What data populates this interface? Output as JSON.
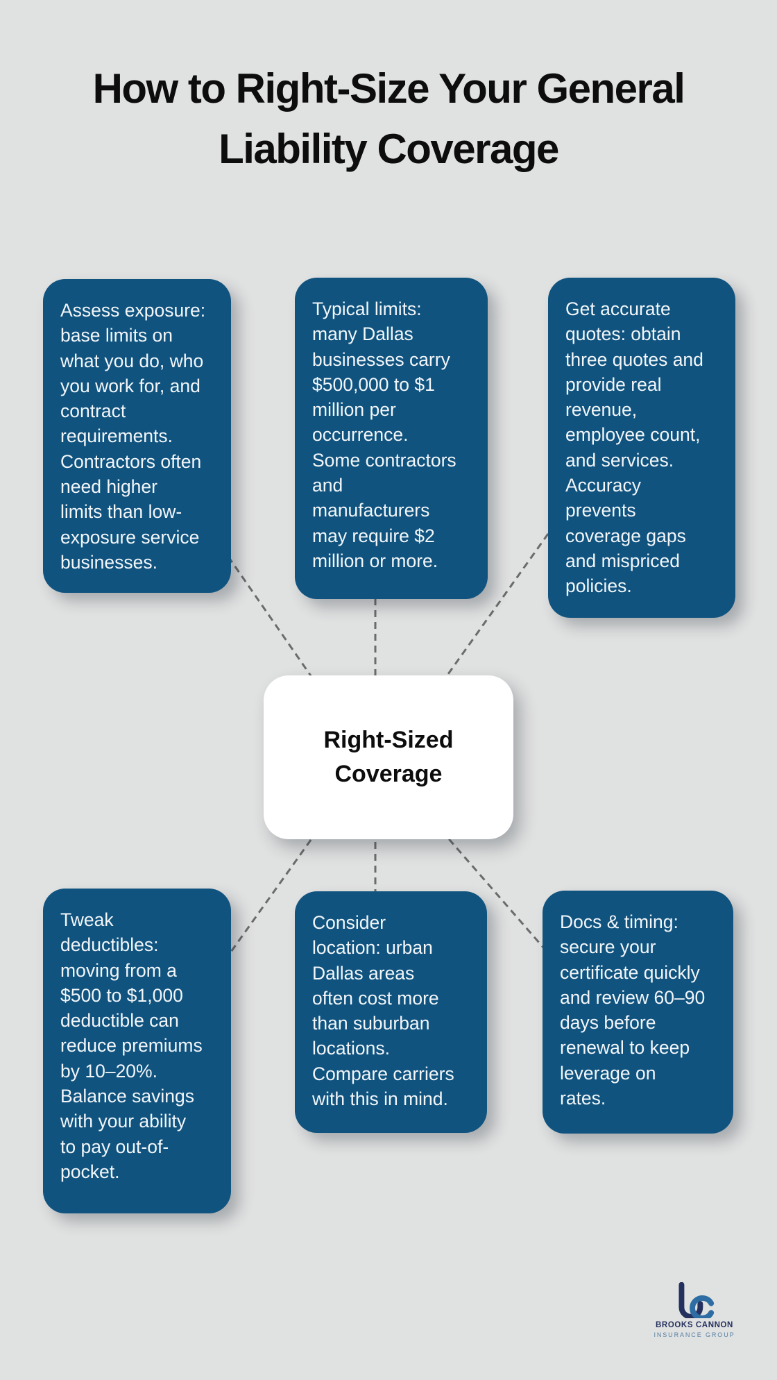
{
  "title": "How to Right-Size Your General\nLiability Coverage",
  "center": {
    "label": "Right-Sized\nCoverage"
  },
  "boxes": [
    {
      "id": "assess-exposure",
      "text": "Assess exposure:\nbase limits on\nwhat you do, who\nyou work for, and\ncontract\nrequirements.\nContractors often\nneed higher\nlimits than low-\nexposure service\nbusinesses."
    },
    {
      "id": "typical-limits",
      "text": "Typical limits:\nmany Dallas\nbusinesses carry\n$500,000 to $1\nmillion per\noccurrence.\nSome contractors\nand\nmanufacturers\nmay require $2\nmillion or more."
    },
    {
      "id": "get-accurate-quotes",
      "text": "Get accurate\nquotes: obtain\nthree quotes and\nprovide real\nrevenue,\nemployee count,\nand services.\nAccuracy\nprevents\ncoverage gaps\nand mispriced\npolicies."
    },
    {
      "id": "tweak-deductibles",
      "text": "Tweak\ndeductibles:\nmoving from a\n$500 to $1,000\ndeductible can\nreduce premiums\nby 10–20%.\nBalance savings\nwith your ability\nto pay out-of-\npocket."
    },
    {
      "id": "consider-location",
      "text": "Consider\nlocation: urban\nDallas areas\noften cost more\nthan suburban\nlocations.\nCompare carriers\nwith this in mind."
    },
    {
      "id": "docs-and-timing",
      "text": "Docs & timing:\nsecure your\ncertificate quickly\nand review 60–90\ndays before\nrenewal to keep\nleverage on\nrates."
    }
  ],
  "logo": {
    "monogram": "bc",
    "name": "BROOKS CANNON",
    "tagline": "INSURANCE GROUP"
  },
  "colors": {
    "background": "#e0e1e1",
    "node_blue": "#10537f",
    "node_text": "#f2f6f9",
    "center_bg": "#ffffff",
    "center_text": "#0d0d0d",
    "connector_gray": "#6b6b6b",
    "logo_navy": "#24315f",
    "logo_blue": "#2e6da4",
    "logo_tagline": "#5581a5"
  }
}
